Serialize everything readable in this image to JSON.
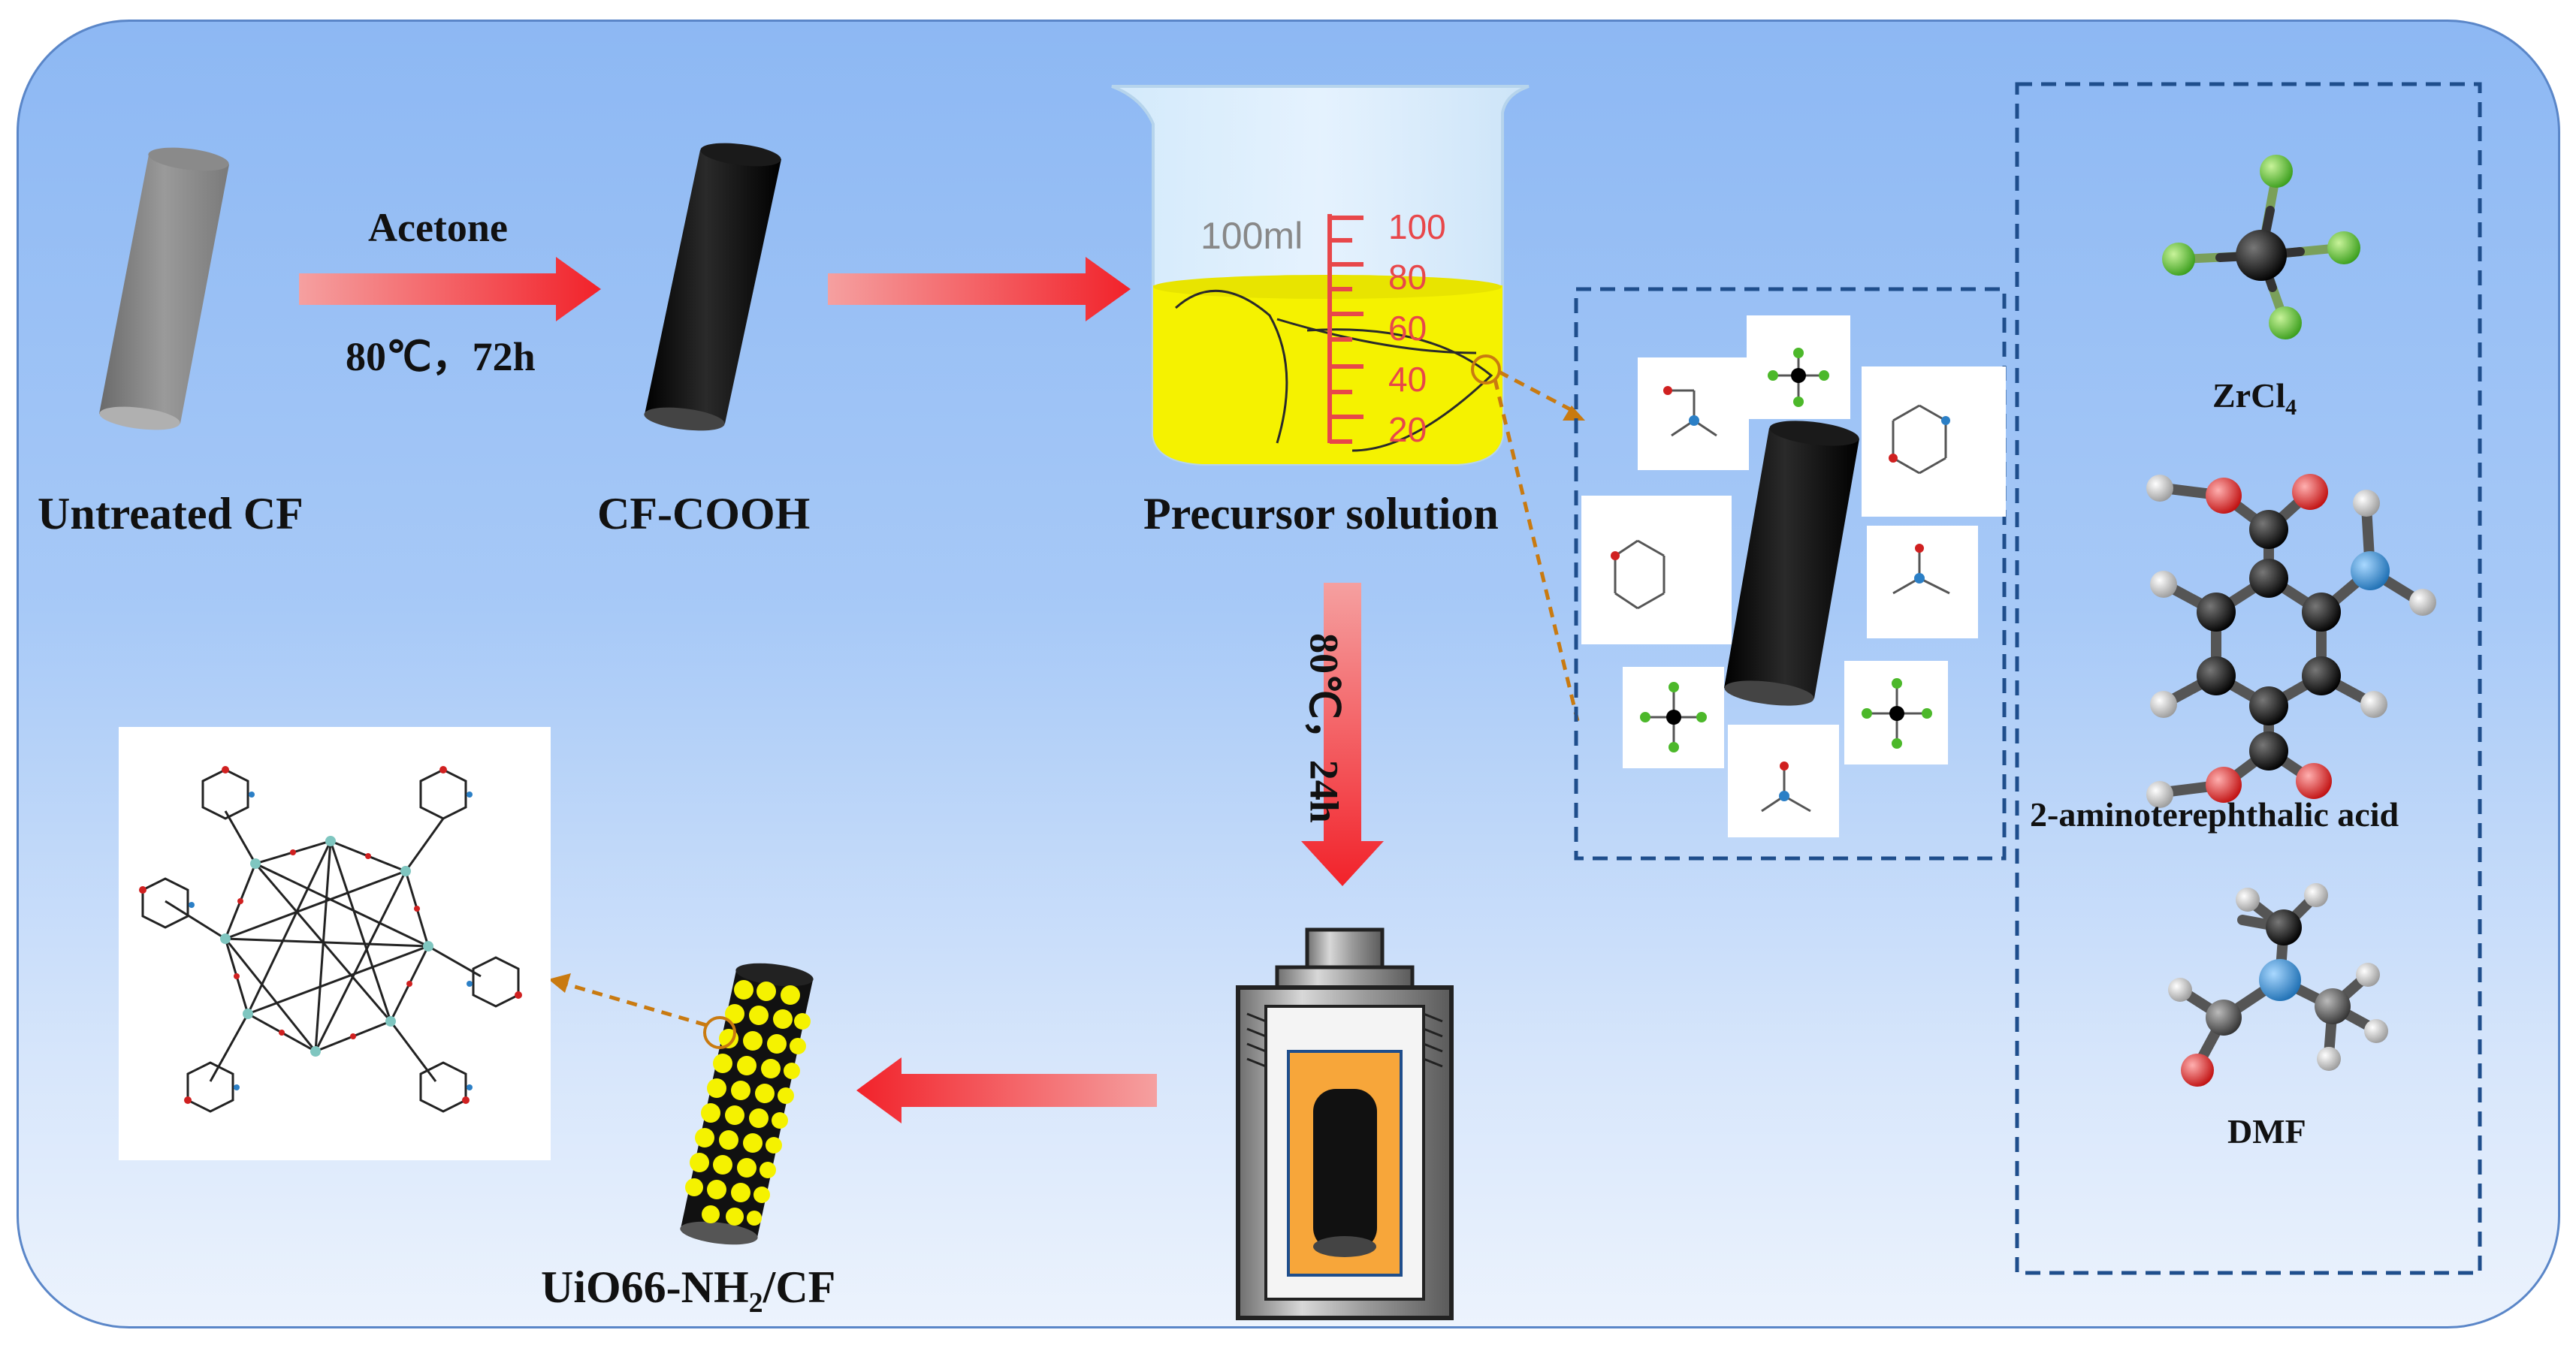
{
  "labels": {
    "untreated_cf": "Untreated CF",
    "cf_cooh": "CF-COOH",
    "precursor_solution": "Precursor solution",
    "product_main": "UiO66-NH",
    "product_sub": "2",
    "product_tail": "/CF",
    "zrcl_main": "ZrCl",
    "zrcl_sub": "4",
    "aminoterephthalic": "2-aminoterephthalic acid",
    "dmf": "DMF"
  },
  "conditions": {
    "acetone": "Acetone",
    "acetone_temp": "80℃，72h",
    "solvothermal": "80℃，24h"
  },
  "beaker": {
    "volume_label": "100ml",
    "marks": [
      "100",
      "80",
      "60",
      "40",
      "20"
    ]
  },
  "colors": {
    "panel_blue": "#8db8f3",
    "arrow_red": "#f2222a",
    "solution_yellow": "#f5f200",
    "dashed_border": "#1f4e8c",
    "leader_orange": "#c97a10",
    "nitrogen_blue": "#2b7fc6",
    "oxygen_red": "#d02020",
    "chlorine_green": "#4cb82a"
  }
}
